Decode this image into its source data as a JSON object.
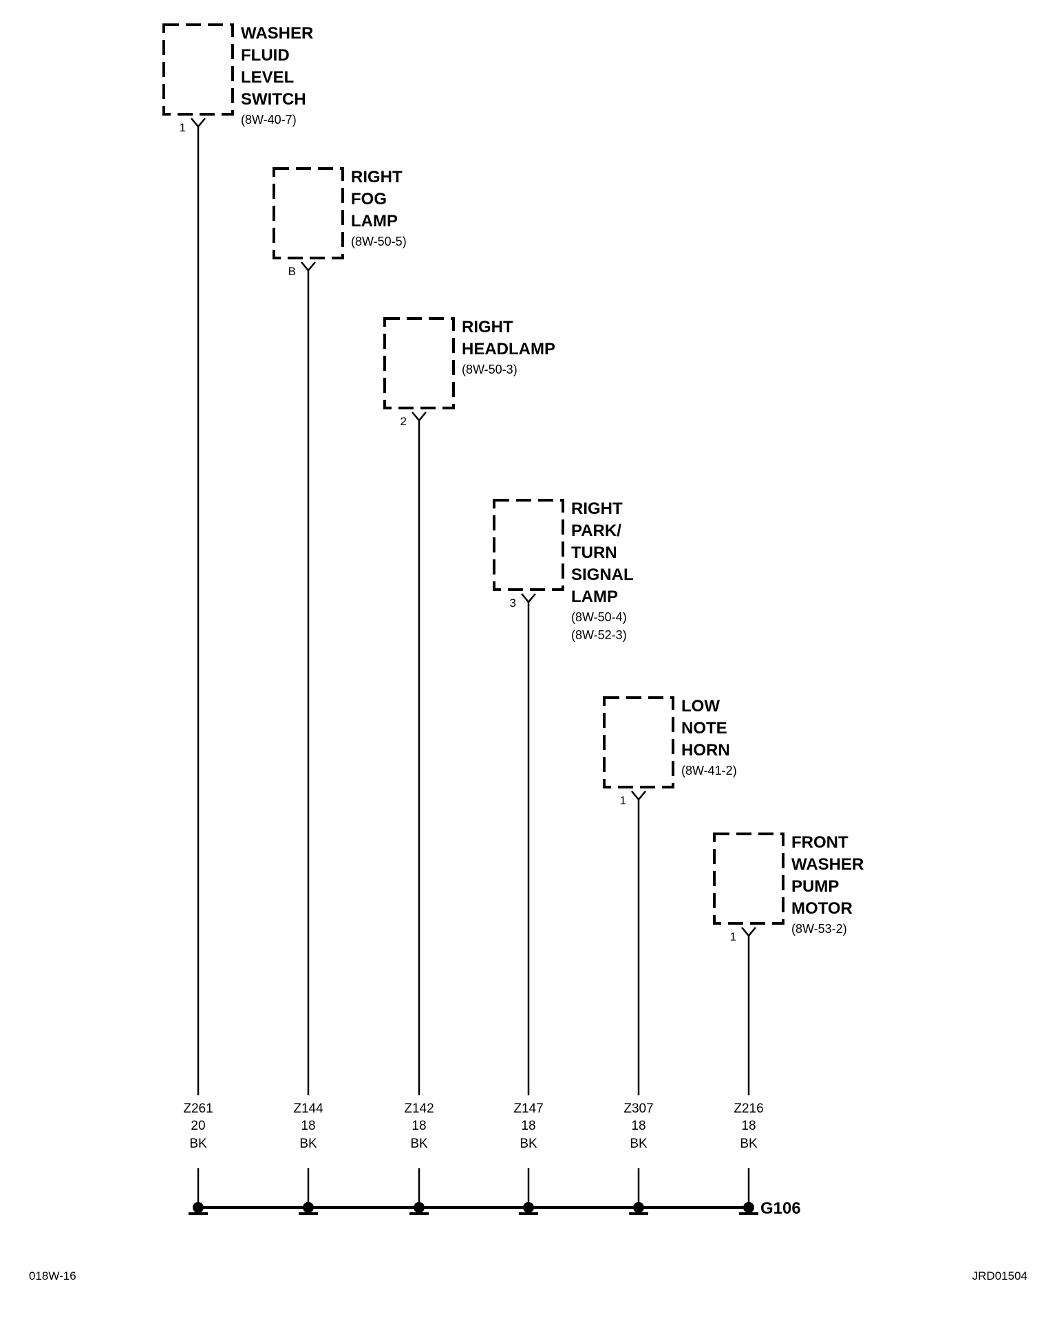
{
  "components": [
    {
      "name_lines": [
        "WASHER",
        "FLUID",
        "LEVEL",
        "SWITCH"
      ],
      "refs": [
        "(8W-40-7)"
      ],
      "pin": "1",
      "wire": {
        "circuit": "Z261",
        "gauge": "20",
        "color": "BK"
      }
    },
    {
      "name_lines": [
        "RIGHT",
        "FOG",
        "LAMP"
      ],
      "refs": [
        "(8W-50-5)"
      ],
      "pin": "B",
      "wire": {
        "circuit": "Z144",
        "gauge": "18",
        "color": "BK"
      }
    },
    {
      "name_lines": [
        "RIGHT",
        "HEADLAMP"
      ],
      "refs": [
        "(8W-50-3)"
      ],
      "pin": "2",
      "wire": {
        "circuit": "Z142",
        "gauge": "18",
        "color": "BK"
      }
    },
    {
      "name_lines": [
        "RIGHT",
        "PARK/",
        "TURN",
        "SIGNAL",
        "LAMP"
      ],
      "refs": [
        "(8W-50-4)",
        "(8W-52-3)"
      ],
      "pin": "3",
      "wire": {
        "circuit": "Z147",
        "gauge": "18",
        "color": "BK"
      }
    },
    {
      "name_lines": [
        "LOW",
        "NOTE",
        "HORN"
      ],
      "refs": [
        "(8W-41-2)"
      ],
      "pin": "1",
      "wire": {
        "circuit": "Z307",
        "gauge": "18",
        "color": "BK"
      }
    },
    {
      "name_lines": [
        "FRONT",
        "WASHER",
        "PUMP",
        "MOTOR"
      ],
      "refs": [
        "(8W-53-2)"
      ],
      "pin": "1",
      "wire": {
        "circuit": "Z216",
        "gauge": "18",
        "color": "BK"
      }
    }
  ],
  "ground": {
    "label": "G106"
  },
  "footer": {
    "left": "018W-16",
    "right": "JRD01504"
  }
}
